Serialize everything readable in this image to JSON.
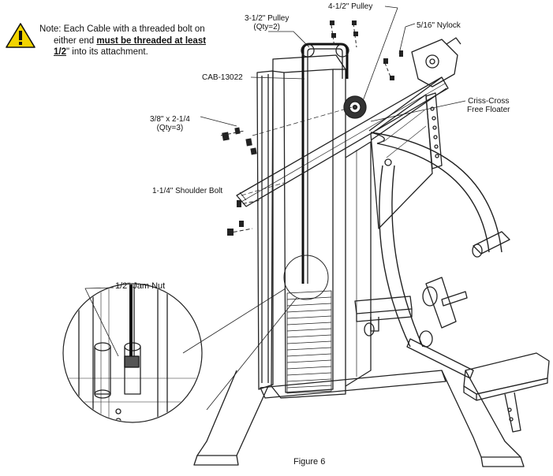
{
  "note": {
    "icon": "warning-triangle-icon",
    "line1": "Note:  Each Cable with a threaded bolt on",
    "line2_pre": "either  end  ",
    "line2_bold": "must be threaded at least",
    "line3_bold": "1/2",
    "line3_post": "\" into its attachment."
  },
  "labels": {
    "pulley_small": "3-1/2\" Pulley",
    "pulley_small_qty": "(Qty=2)",
    "pulley_large": "4-1/2\" Pulley",
    "nylock": "5/16\" Nylock",
    "cable": "CAB-13022",
    "crisscross_1": "Criss-Cross",
    "crisscross_2": "Free Floater",
    "bolt": "3/8\" x 2-1/4",
    "bolt_qty": "(Qty=3)",
    "shoulder_bolt": "1-1/4\" Shoulder Bolt",
    "jam_nut": "1/2\" Jam Nut"
  },
  "caption": "Figure 6",
  "colors": {
    "warning_yellow": "#f2d400",
    "ink": "#111111"
  }
}
